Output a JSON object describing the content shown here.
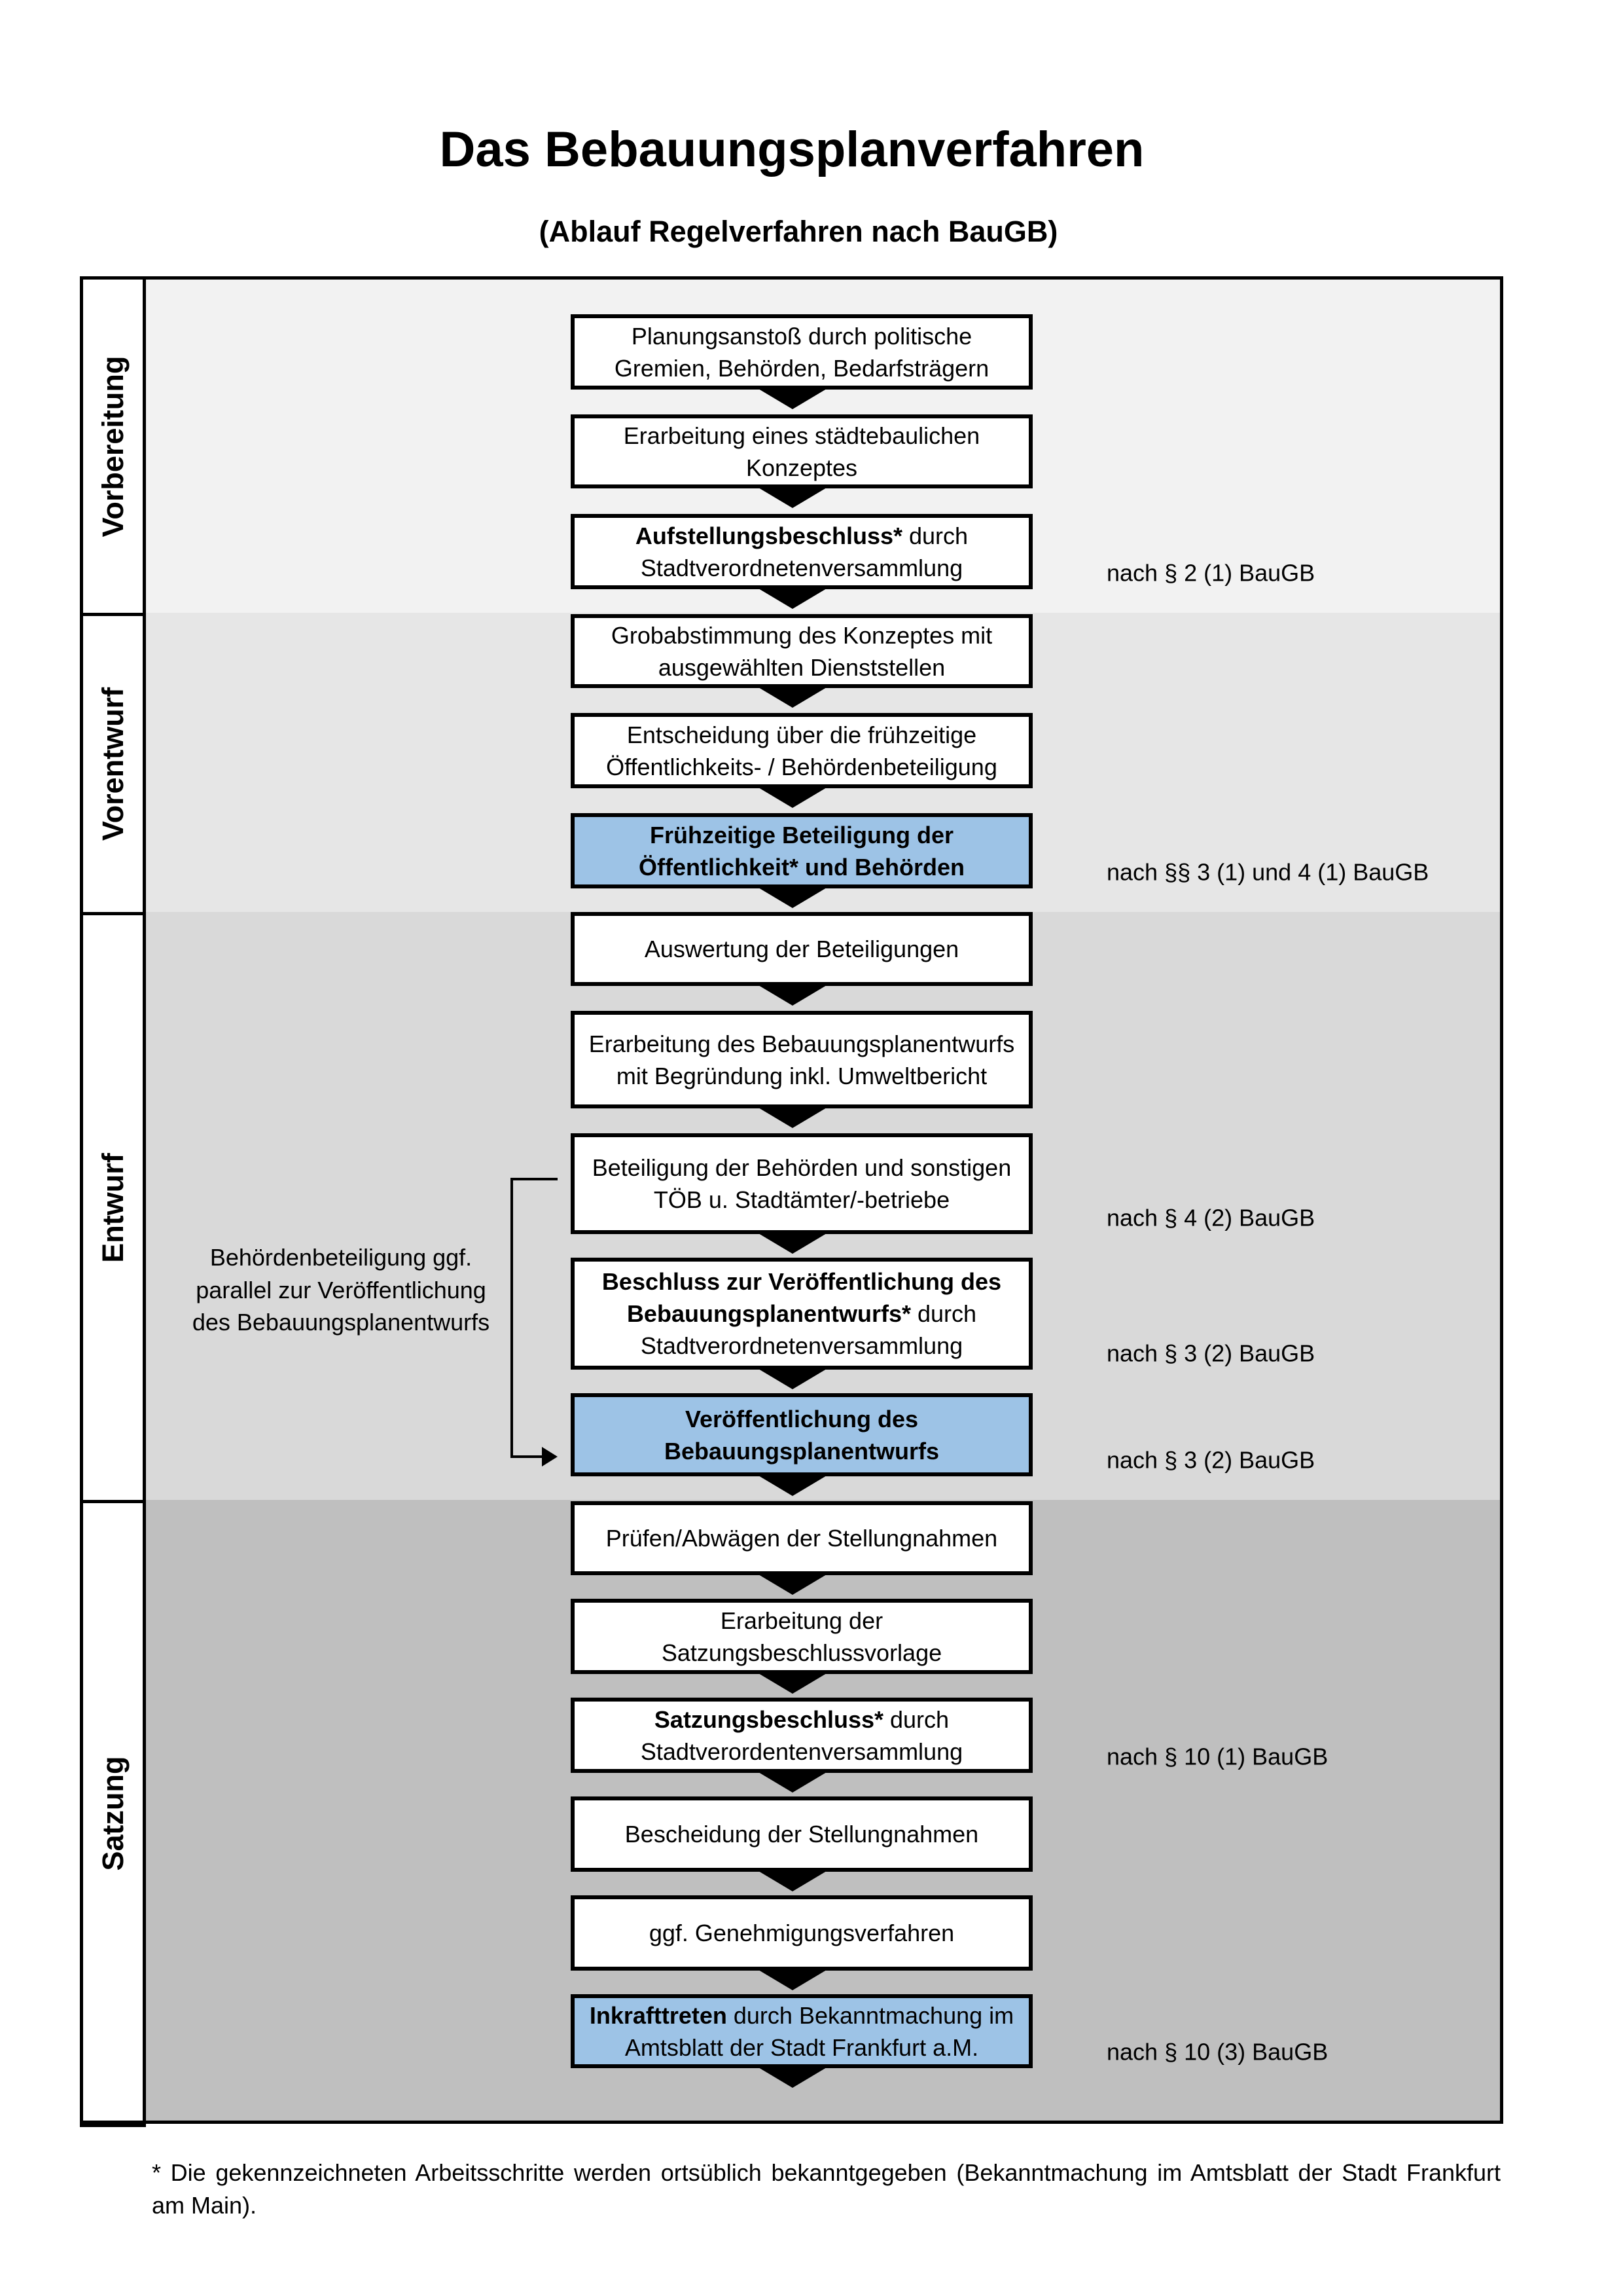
{
  "title": "Das Bebauungsplanverfahren",
  "subtitle": "(Ablauf Regelverfahren nach BauGB)",
  "colors": {
    "highlight": "#9dc3e6",
    "vorbereitung": "#f2f2f2",
    "vorentwurf": "#e6e6e6",
    "entwurf": "#d9d9d9",
    "satzung": "#bfbfbf"
  },
  "phases": [
    {
      "label": "Vorbereitung"
    },
    {
      "label": "Vorentwurf"
    },
    {
      "label": "Entwurf"
    },
    {
      "label": "Satzung"
    }
  ],
  "steps": [
    {
      "parts": [
        {
          "t": "Planungsanstoß durch politische Gremien, Behörden, Bedarfsträgern",
          "b": false
        }
      ],
      "highlight": false,
      "note": ""
    },
    {
      "parts": [
        {
          "t": "Erarbeitung eines städtebaulichen Konzeptes",
          "b": false
        }
      ],
      "highlight": false,
      "note": ""
    },
    {
      "parts": [
        {
          "t": "Aufstellungsbeschluss*",
          "b": true
        },
        {
          "t": " durch Stadtverordnetenversammlung",
          "b": false
        }
      ],
      "highlight": false,
      "note": "nach § 2 (1) BauGB"
    },
    {
      "parts": [
        {
          "t": "Grobabstimmung des Konzeptes mit ausgewählten Dienststellen",
          "b": false
        }
      ],
      "highlight": false,
      "note": ""
    },
    {
      "parts": [
        {
          "t": "Entscheidung über die frühzeitige Öffentlichkeits- / Behördenbeteiligung",
          "b": false
        }
      ],
      "highlight": false,
      "note": ""
    },
    {
      "parts": [
        {
          "t": "Frühzeitige Beteiligung der Öffentlichkeit* und Behörden",
          "b": true
        }
      ],
      "highlight": true,
      "note": "nach §§ 3 (1) und 4 (1) BauGB"
    },
    {
      "parts": [
        {
          "t": "Auswertung der Beteiligungen",
          "b": false
        }
      ],
      "highlight": false,
      "note": ""
    },
    {
      "parts": [
        {
          "t": "Erarbeitung des Bebauungsplanentwurfs mit Begründung inkl. Umweltbericht",
          "b": false
        }
      ],
      "highlight": false,
      "note": ""
    },
    {
      "parts": [
        {
          "t": "Beteiligung der Behörden und sonstigen TÖB u. Stadtämter/-betriebe",
          "b": false
        }
      ],
      "highlight": false,
      "note": "nach § 4 (2) BauGB"
    },
    {
      "parts": [
        {
          "t": "Beschluss zur Veröffentlichung des Bebauungsplanentwurfs*",
          "b": true
        },
        {
          "t": " durch Stadtverordnetenversammlung",
          "b": false
        }
      ],
      "highlight": false,
      "note": "nach § 3 (2) BauGB"
    },
    {
      "parts": [
        {
          "t": "Veröffentlichung des Bebauungsplanentwurfs",
          "b": true
        }
      ],
      "highlight": true,
      "note": "nach § 3 (2) BauGB"
    },
    {
      "parts": [
        {
          "t": "Prüfen/Abwägen der Stellungnahmen",
          "b": false
        }
      ],
      "highlight": false,
      "note": ""
    },
    {
      "parts": [
        {
          "t": "Erarbeitung der Satzungsbeschlussvorlage",
          "b": false
        }
      ],
      "highlight": false,
      "note": ""
    },
    {
      "parts": [
        {
          "t": "Satzungsbeschluss*",
          "b": true
        },
        {
          "t": " durch Stadtverordentenversammlung",
          "b": false
        }
      ],
      "highlight": false,
      "note": "nach § 10 (1) BauGB"
    },
    {
      "parts": [
        {
          "t": "Bescheidung der Stellungnahmen",
          "b": false
        }
      ],
      "highlight": false,
      "note": ""
    },
    {
      "parts": [
        {
          "t": "ggf. Genehmigungsverfahren",
          "b": false
        }
      ],
      "highlight": false,
      "note": ""
    },
    {
      "parts": [
        {
          "t": "Inkrafttreten",
          "b": true
        },
        {
          "t": " durch Bekanntmachung im Amtsblatt der Stadt Frankfurt a.M.",
          "b": false
        }
      ],
      "highlight": true,
      "note": "nach § 10 (3) BauGB"
    }
  ],
  "side_note": "Behördenbeteiligung ggf. parallel zur Veröffentlichung des Bebauungsplanentwurfs",
  "footnote": "* Die gekennzeichneten Arbeitsschritte werden ortsüblich bekanntgegeben (Bekanntmachung im Amtsblatt  der Stadt Frankfurt am Main)."
}
